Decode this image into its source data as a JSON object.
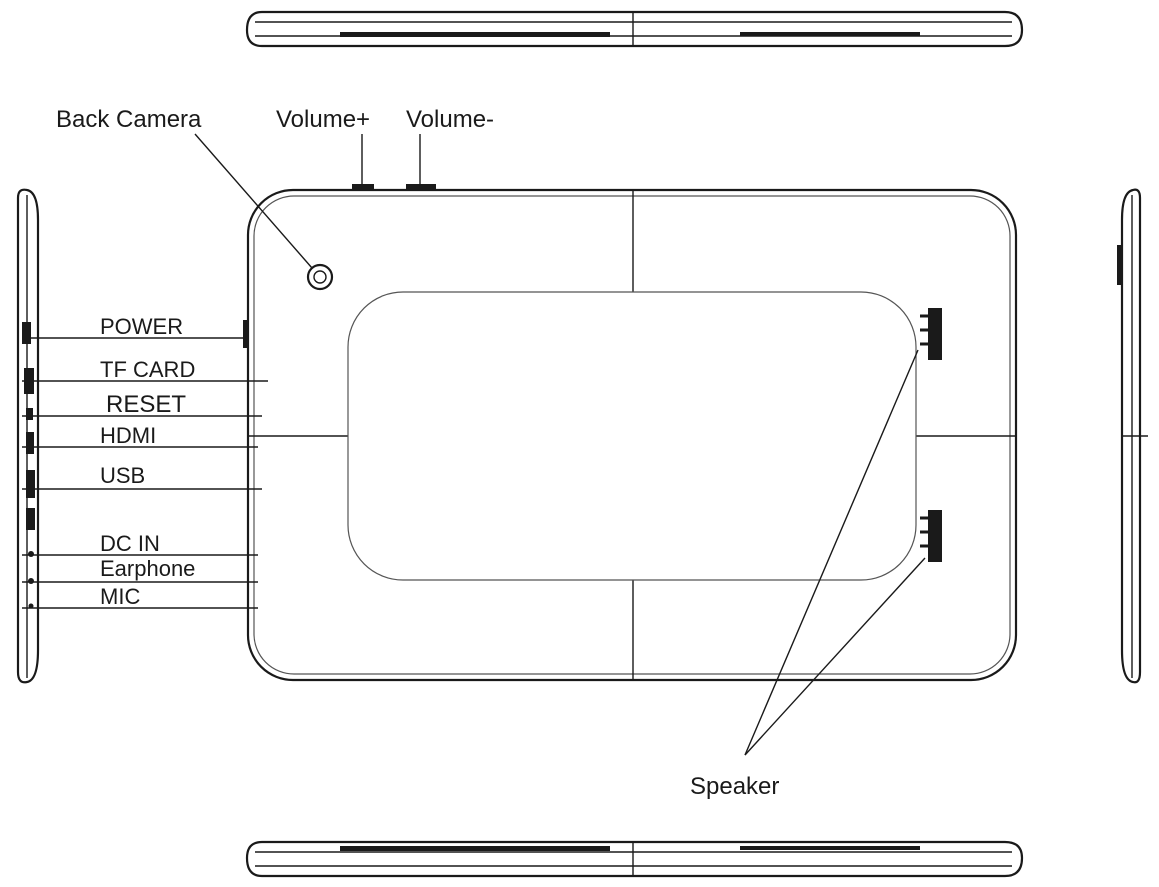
{
  "labels": {
    "back_camera": "Back Camera",
    "volume_plus": "Volume+",
    "volume_minus": "Volume-",
    "power": "POWER",
    "tf_card": "TF CARD",
    "reset": "RESET",
    "hdmi": "HDMI",
    "usb": "USB",
    "dc_in": "DC IN",
    "earphone": "Earphone",
    "mic": "MIC",
    "speaker": "Speaker"
  }
}
